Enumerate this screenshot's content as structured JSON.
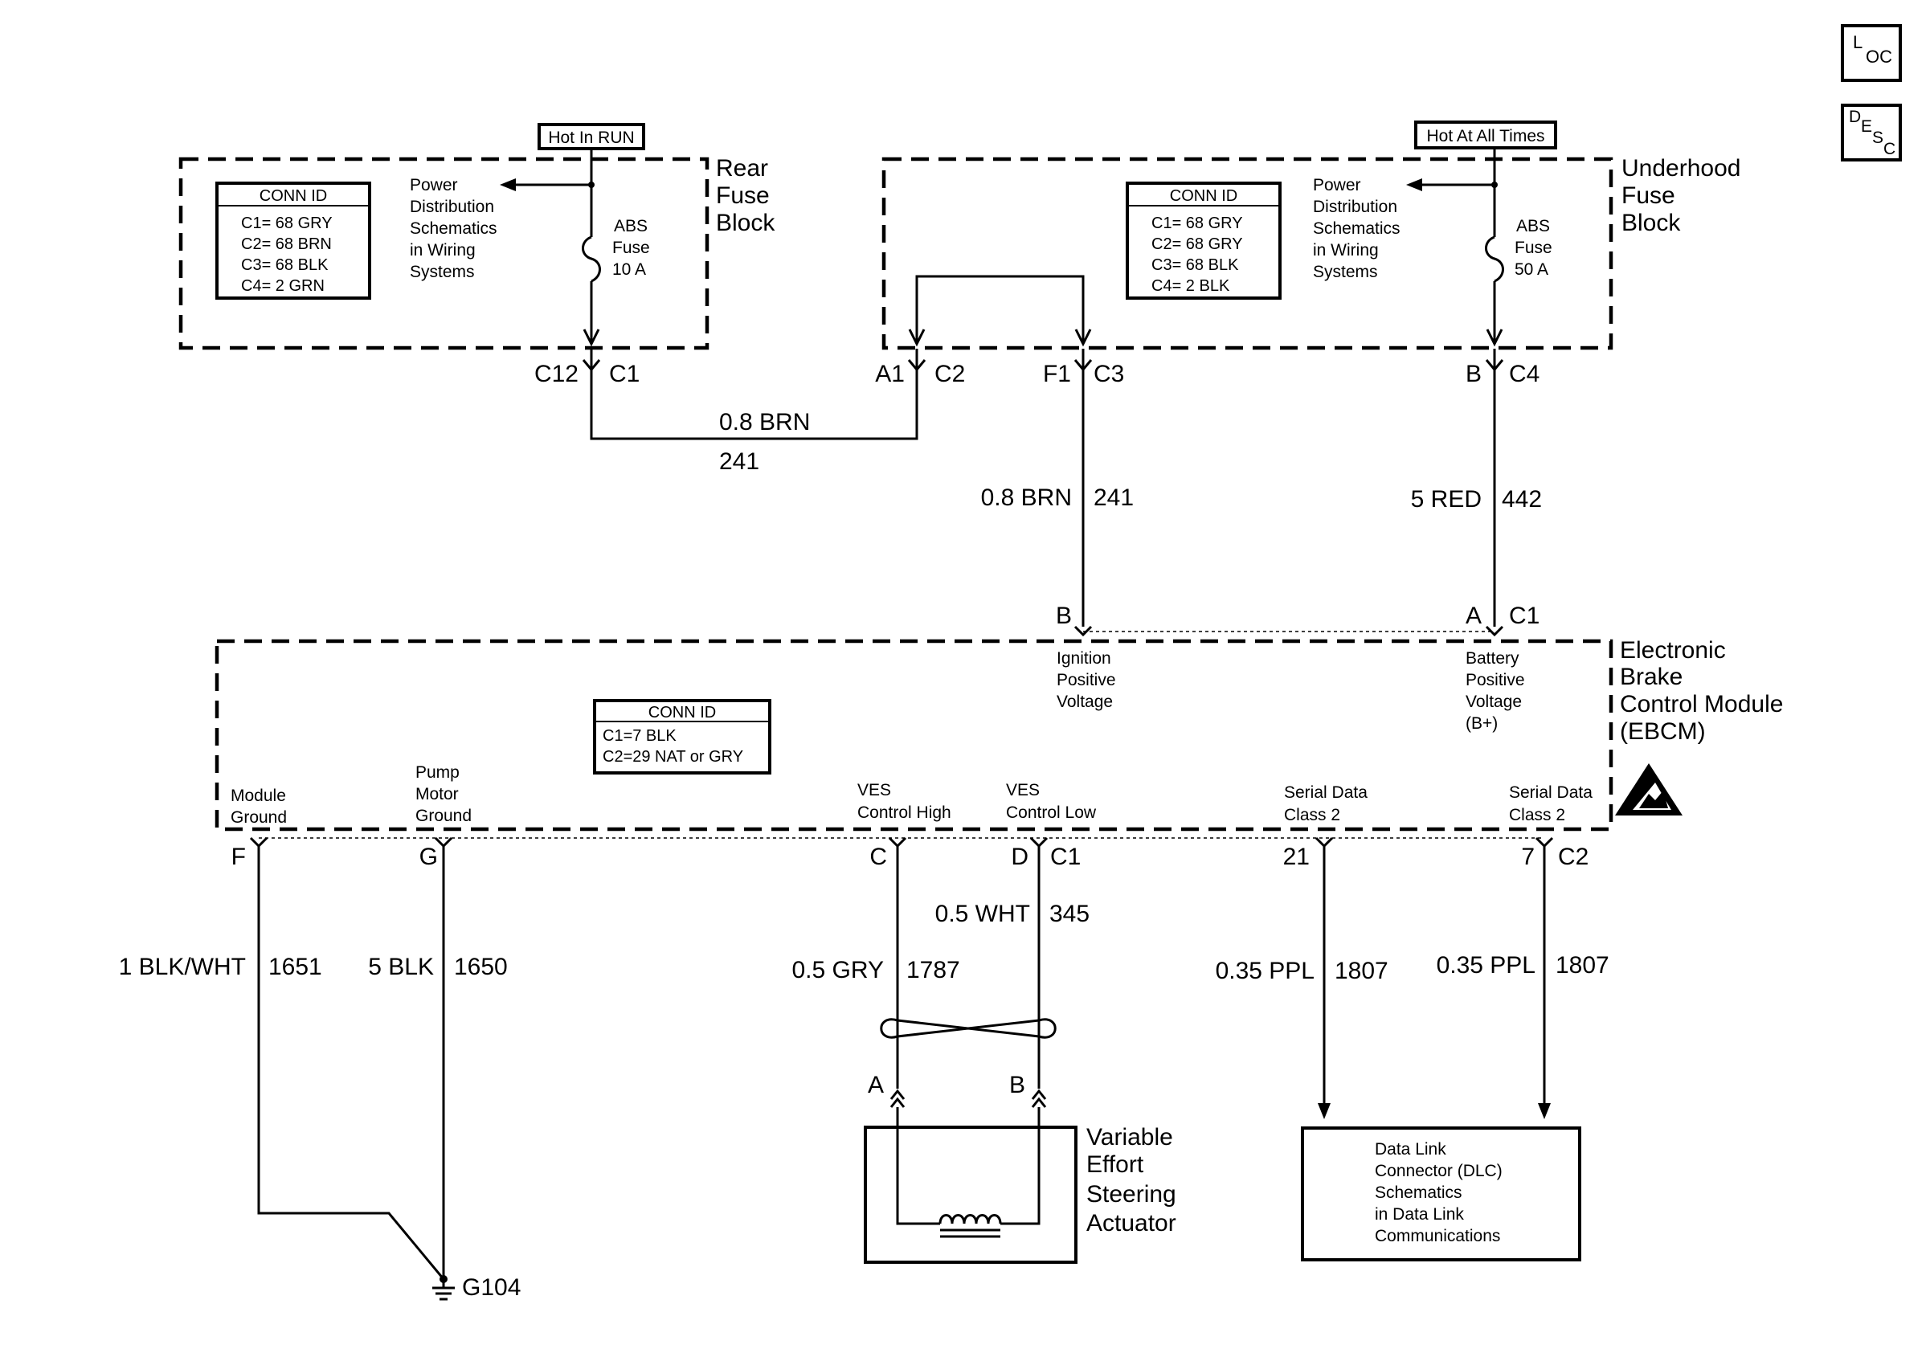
{
  "nav": {
    "loc": {
      "big": "L",
      "small": "OC"
    },
    "desc": {
      "big": "D",
      "mid": "E",
      "small1": "S",
      "small2": "C"
    }
  },
  "power_tags": {
    "hot_in_run": "Hot In RUN",
    "hot_at_all_times": "Hot At All Times"
  },
  "rear_fuse_block": {
    "name_lines": [
      "Rear",
      "Fuse",
      "Block"
    ],
    "conn_id": {
      "title": "CONN ID",
      "lines": [
        "C1= 68 GRY",
        "C2= 68 BRN",
        "C3= 68 BLK",
        "C4= 2 GRN"
      ]
    },
    "power_ref": [
      "Power",
      "Distribution",
      "Schematics",
      "in Wiring",
      "Systems"
    ],
    "fuse": [
      "ABS",
      "Fuse",
      "10 A"
    ],
    "pin": "C12",
    "conn": "C1"
  },
  "underhood_fuse_block": {
    "name_lines": [
      "Underhood",
      "Fuse",
      "Block"
    ],
    "conn_id": {
      "title": "CONN ID",
      "lines": [
        "C1= 68 GRY",
        "C2= 68 GRY",
        "C3= 68 BLK",
        "C4= 2 BLK"
      ]
    },
    "power_ref": [
      "Power",
      "Distribution",
      "Schematics",
      "in Wiring",
      "Systems"
    ],
    "fuse": [
      "ABS",
      "Fuse",
      "50 A"
    ],
    "pins": {
      "a1": {
        "pin": "A1",
        "conn": "C2"
      },
      "f1": {
        "pin": "F1",
        "conn": "C3"
      },
      "b": {
        "pin": "B",
        "conn": "C4"
      }
    }
  },
  "wires": {
    "jumper": {
      "gauge": "0.8 BRN",
      "circuit": "241"
    },
    "ignition": {
      "gauge": "0.8 BRN",
      "circuit": "241"
    },
    "battery": {
      "gauge": "5 RED",
      "circuit": "442"
    },
    "module_ground": {
      "gauge": "1 BLK/WHT",
      "circuit": "1651"
    },
    "pump_ground": {
      "gauge": "5 BLK",
      "circuit": "1650"
    },
    "ves_high": {
      "gauge": "0.5 GRY",
      "circuit": "1787"
    },
    "ves_low": {
      "gauge": "0.5 WHT",
      "circuit": "345"
    },
    "serial_1": {
      "gauge": "0.35 PPL",
      "circuit": "1807"
    },
    "serial_2": {
      "gauge": "0.35 PPL",
      "circuit": "1807"
    }
  },
  "ebcm": {
    "name_lines": [
      "Electronic",
      "Brake",
      "Control Module",
      "(EBCM)"
    ],
    "conn_id": {
      "title": "CONN ID",
      "lines": [
        "C1=7 BLK",
        "C2=29 NAT or GRY"
      ]
    },
    "top_pins": {
      "b": "B",
      "a": "A",
      "conn": "C1"
    },
    "top_labels": {
      "ignition": [
        "Ignition",
        "Positive",
        "Voltage"
      ],
      "battery": [
        "Battery",
        "Positive",
        "Voltage",
        "(B+)"
      ]
    },
    "bottom_labels": {
      "module_ground": [
        "Module",
        "Ground"
      ],
      "pump_ground": [
        "Pump",
        "Motor",
        "Ground"
      ],
      "ves_high": [
        "VES",
        "Control High"
      ],
      "ves_low": [
        "VES",
        "Control Low"
      ],
      "serial_1": [
        "Serial Data",
        "Class 2"
      ],
      "serial_2": [
        "Serial Data",
        "Class 2"
      ]
    },
    "bottom_pins": {
      "f": "F",
      "g": "G",
      "c": "C",
      "d": "D",
      "c1": "C1",
      "p21": "21",
      "p7": "7",
      "c2": "C2"
    }
  },
  "ves_actuator": {
    "name_lines": [
      "Variable",
      "Effort",
      "Steering",
      "Actuator"
    ],
    "pin_a": "A",
    "pin_b": "B"
  },
  "dlc": {
    "lines": [
      "Data Link",
      "Connector (DLC)",
      "Schematics",
      "in Data Link",
      "Communications"
    ]
  },
  "ground": {
    "label": "G104"
  }
}
